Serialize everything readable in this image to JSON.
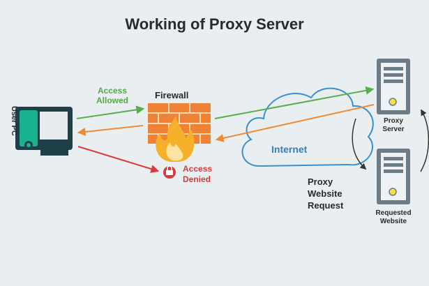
{
  "title": "Working of Proxy Server",
  "nodes": {
    "user_pc": "User PC",
    "firewall": "Firewall",
    "internet": "Internet",
    "proxy_server": [
      "Proxy",
      "Server"
    ],
    "requested_website": [
      "Requested",
      "Website"
    ]
  },
  "labels": {
    "access_allowed": [
      "Access",
      "Allowed"
    ],
    "access_denied": [
      "Access",
      "Denied"
    ],
    "proxy_request": [
      "Proxy",
      "Website",
      "Request"
    ]
  },
  "colors": {
    "allowed": "#59ad4d",
    "response": "#ef8a36",
    "denied": "#d93a3a",
    "internet": "#3b8fd0",
    "firewall_brick": "#ef8235",
    "server_body": "#6b7c86"
  }
}
